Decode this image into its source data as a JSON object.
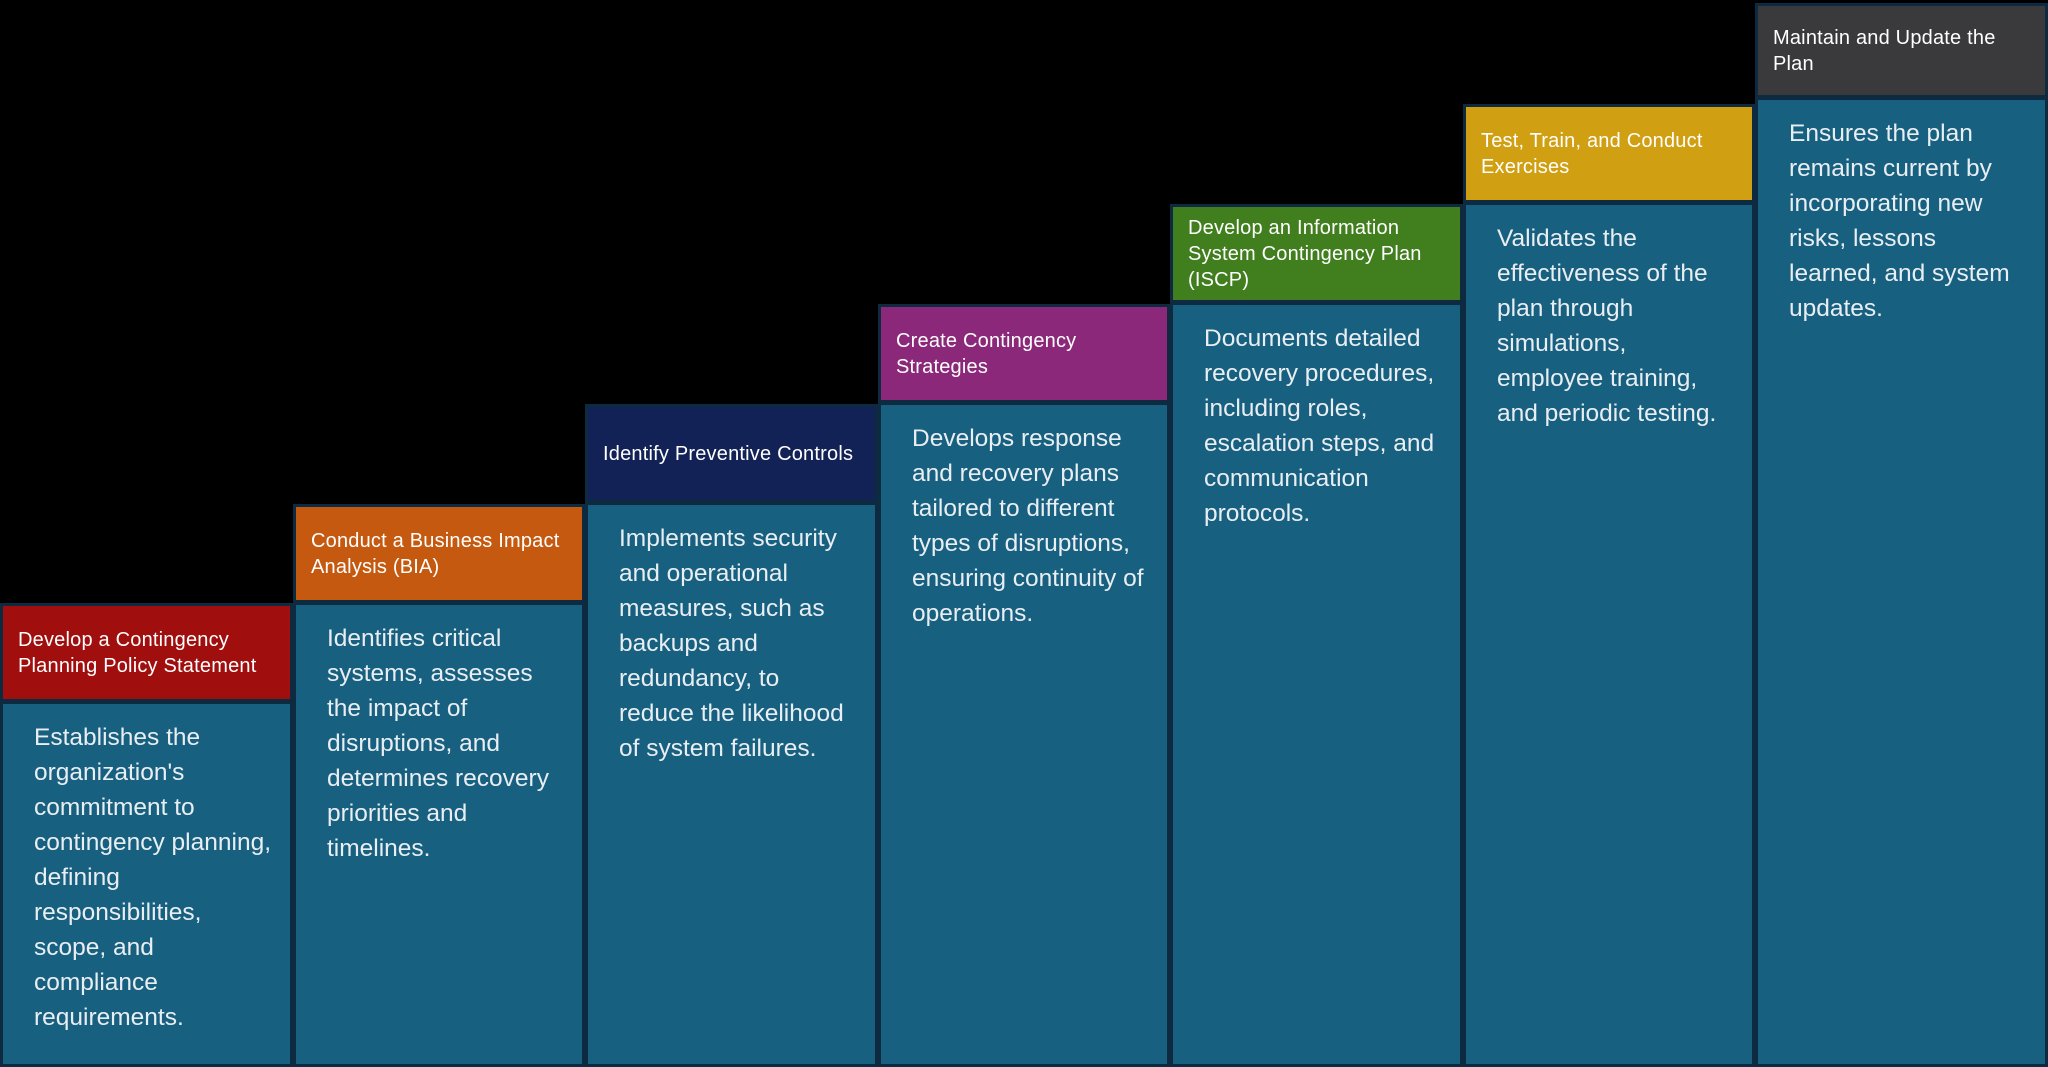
{
  "diagram": {
    "title": "Information System Contingency Planning Process (staircase diagram)",
    "colors": {
      "background": "#000000",
      "body_fill": "#186080",
      "border": "#0d2a40",
      "header_text": "#ffffff",
      "body_text": "#e9eef2"
    },
    "steps": [
      {
        "title": "Develop a Contingency Planning Policy Statement",
        "header_color": "#a00e0e",
        "description": "Establishes the organization's commitment to contingency planning, defining responsibilities, scope, and compliance requirements."
      },
      {
        "title": "Conduct a Business Impact Analysis (BIA)",
        "header_color": "#c5590f",
        "description": "Identifies critical systems, assesses the impact of disruptions, and determines recovery priorities and timelines."
      },
      {
        "title": "Identify Preventive Controls",
        "header_color": "#122256",
        "description": "Implements security and operational measures, such as backups and redundancy, to reduce the likelihood of system failures."
      },
      {
        "title": "Create Contingency Strategies",
        "header_color": "#8b2879",
        "description": "Develops response and recovery plans tailored to different types of disruptions, ensuring continuity of operations."
      },
      {
        "title": "Develop an Information System Contingency Plan (ISCP)",
        "header_color": "#417e1e",
        "description": "Documents detailed recovery procedures, including roles, escalation steps, and communication protocols."
      },
      {
        "title": "Test, Train, and Conduct Exercises",
        "header_color": "#d09f12",
        "description": "Validates the effectiveness of the plan through simulations, employee training, and periodic testing."
      },
      {
        "title": "Maintain and Update the Plan",
        "header_color": "#3a3a3c",
        "description": "Ensures the plan remains current by incorporating new risks, lessons learned, and system updates."
      }
    ]
  }
}
